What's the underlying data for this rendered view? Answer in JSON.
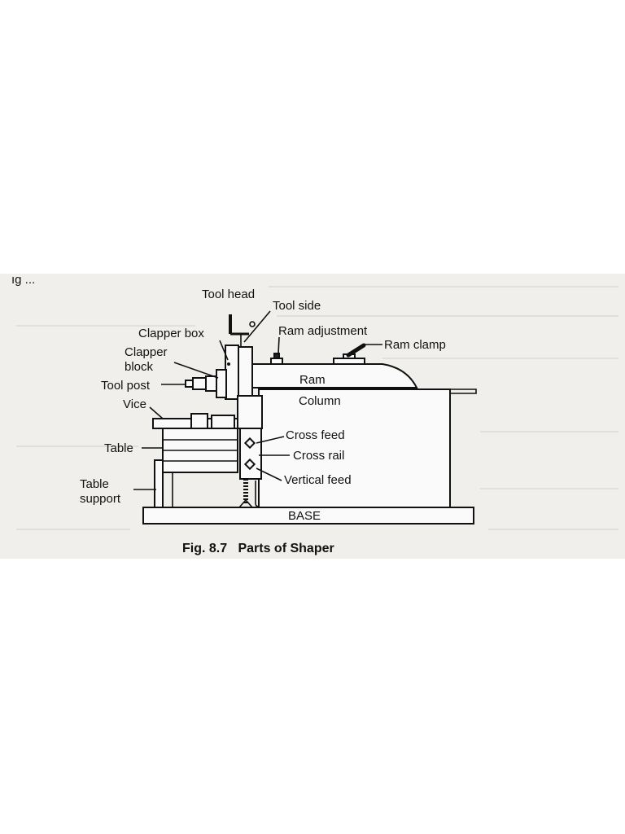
{
  "page_fragment": "ıg ...",
  "labels": {
    "tool_head": "Tool head",
    "tool_side": "Tool side",
    "clapper_box": "Clapper box",
    "clapper_block_1": "Clapper",
    "clapper_block_2": "block",
    "tool_post": "Tool post",
    "vice": "Vice",
    "table": "Table",
    "table_support_1": "Table",
    "table_support_2": "support",
    "ram_adjustment": "Ram adjustment",
    "ram_clamp": "Ram clamp",
    "ram": "Ram",
    "column": "Column",
    "cross_feed": "Cross feed",
    "cross_rail": "Cross rail",
    "vertical_feed": "Vertical feed",
    "base": "BASE"
  },
  "caption": "Fig. 8.7   Parts of Shaper"
}
